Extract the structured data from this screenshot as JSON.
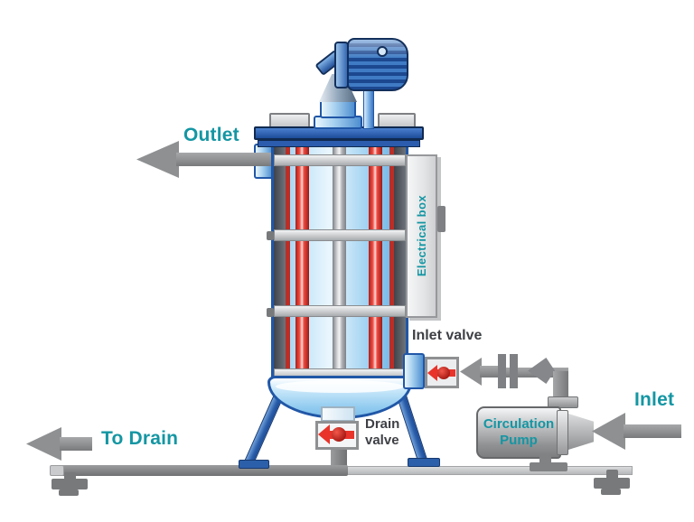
{
  "labels": {
    "outlet": "Outlet",
    "to_drain": "To Drain",
    "inlet": "Inlet",
    "inlet_valve": "Inlet valve",
    "drain_valve": "Drain valve",
    "electrical_box": "Electrical box",
    "circulation_pump": "Circulation Pump"
  },
  "colors": {
    "label_teal": "#1496A3",
    "label_dark": "#3E4045",
    "arrow_gray": "#8E9092",
    "valve_red": "#E8342B",
    "tank_border": "#2157A7",
    "tank_blue_dark": "#1D4C9B",
    "motor_blue": "#2C5FA9",
    "heater_red": "#DD3A31",
    "steel_gray": "#C9CBCD"
  },
  "icons": {
    "flow_arrow_names": [
      "outlet-arrow-icon",
      "to-drain-arrow-icon",
      "inlet-arrow-icon",
      "inlet-valve-arrow-icon",
      "drain-valve-flow-icon",
      "inlet-valve-flow-icon"
    ]
  }
}
